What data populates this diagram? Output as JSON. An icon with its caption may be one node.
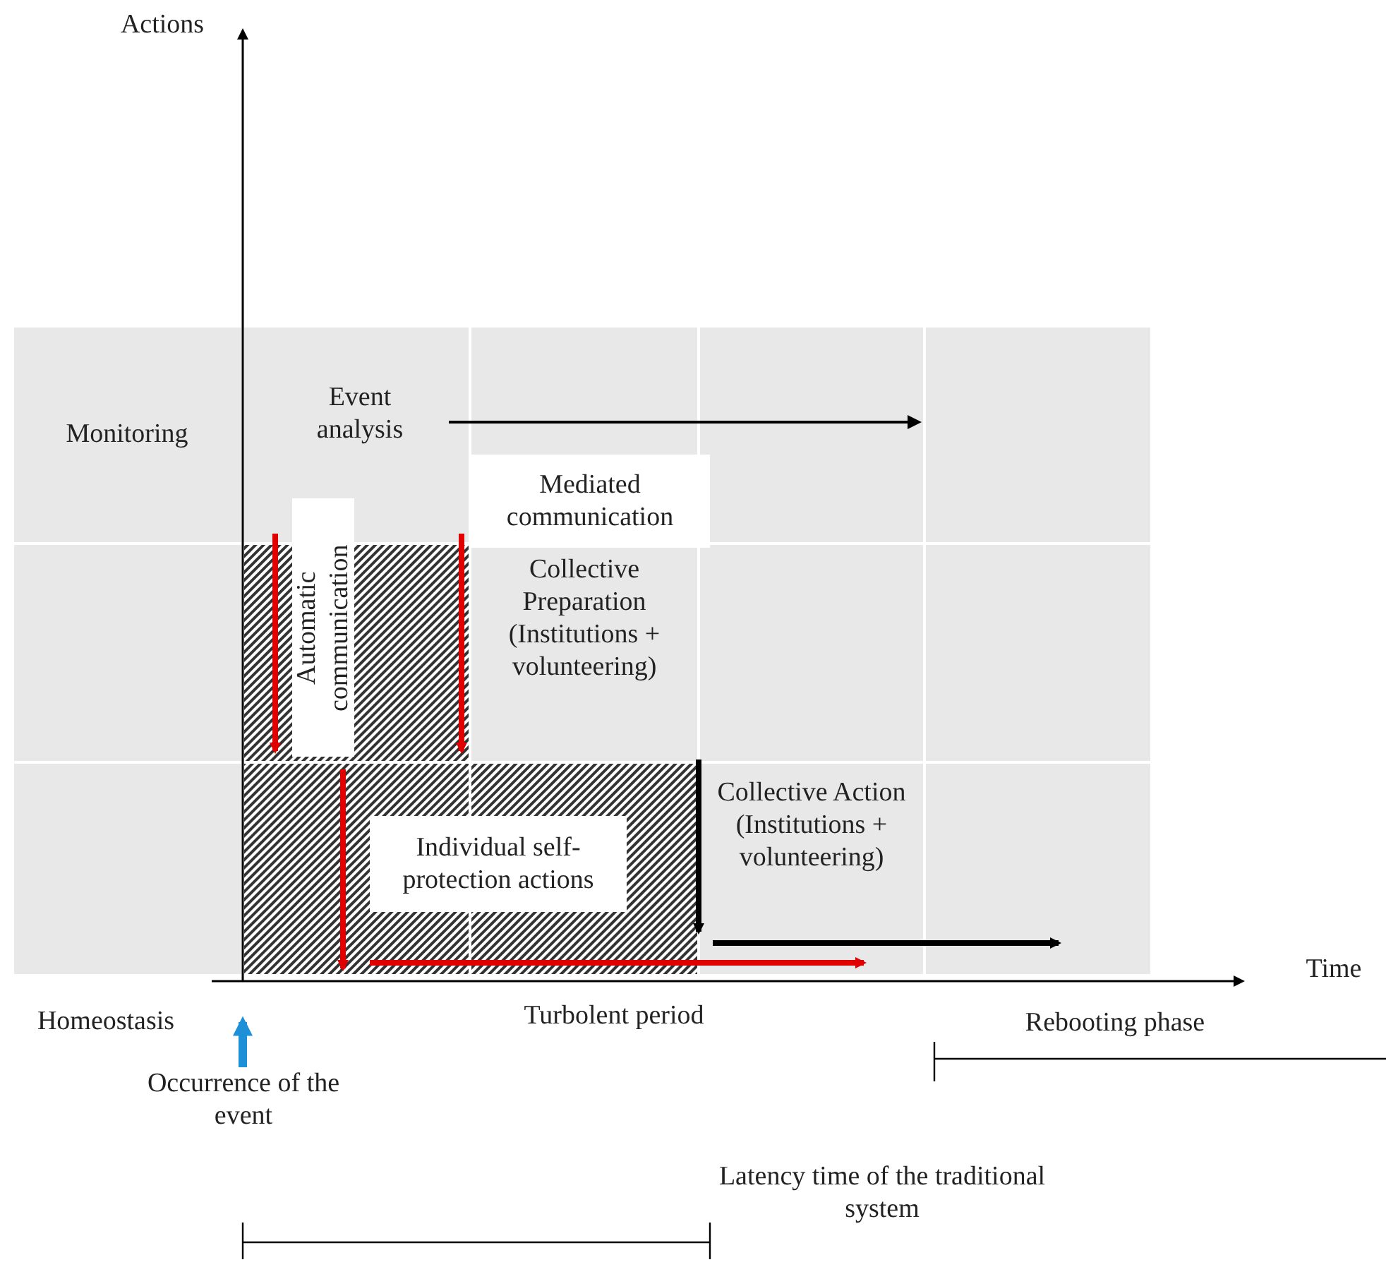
{
  "diagram": {
    "nodes": [
      {
        "text": [
          "Event analysis"
        ]
      },
      {
        "text": [
          "Mediated communication"
        ]
      },
      {
        "text": [
          "Automatic communication"
        ]
      },
      {
        "text": [
          "Individual self-protection actions"
        ]
      },
      {
        "text": [
          "Occurrence of the event"
        ]
      }
    ],
    "edges": [
      {
        "from": 0,
        "to": null,
        "arrow": "to"
      },
      {
        "from": 4,
        "to": null,
        "arrow": "to",
        "color": "#1e90d8",
        "style": "thick"
      }
    ],
    "labels": [
      "Actions",
      "Monitoring",
      "Collective Preparation (Institutions + volunteering)",
      "Collective Action (Institutions + volunteering)",
      "Time",
      "Homeostasis",
      "Turbolent period",
      "Rebooting phase",
      "Latency time of the traditional system"
    ]
  }
}
